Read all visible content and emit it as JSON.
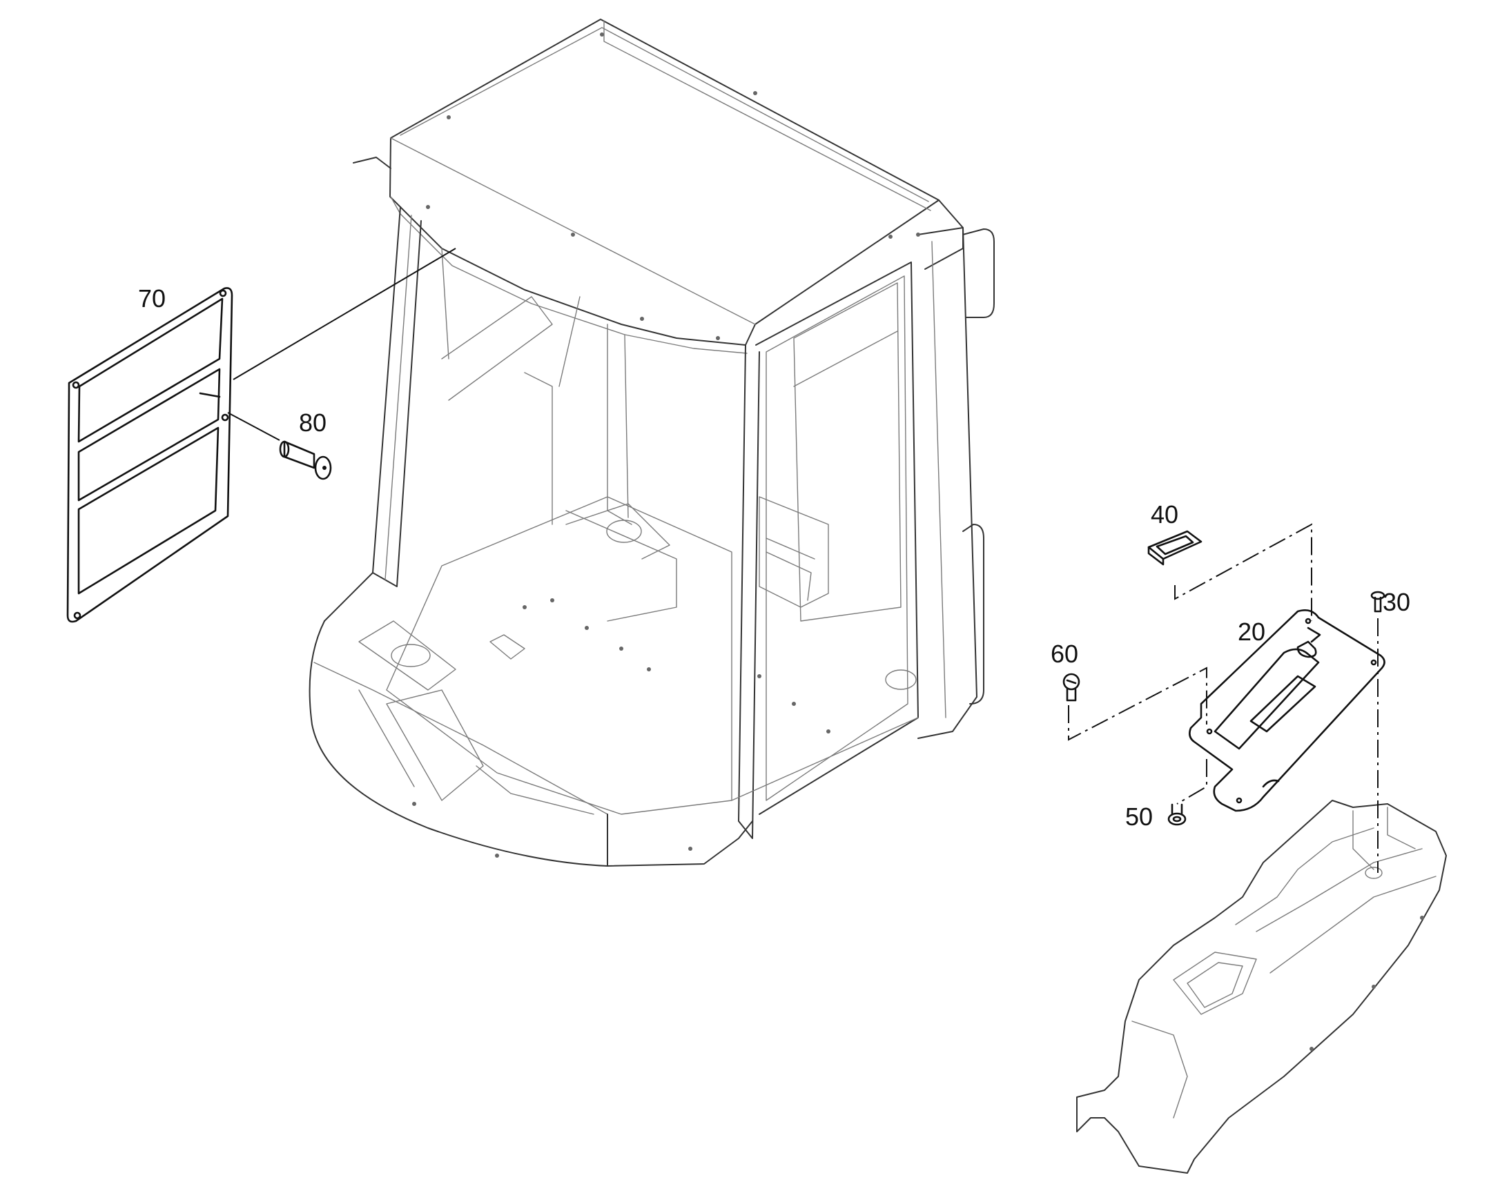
{
  "callouts": {
    "c20": "20",
    "c30": "30",
    "c40": "40",
    "c50": "50",
    "c60": "60",
    "c70": "70",
    "c80": "80"
  }
}
